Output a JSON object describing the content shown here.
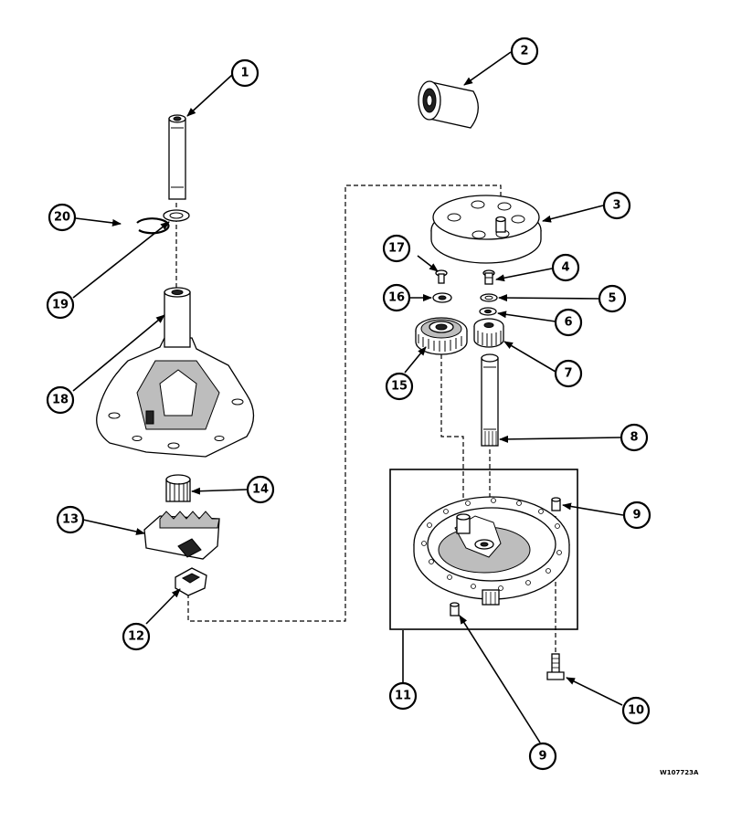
{
  "diagram": {
    "reference_code": "W10772​3A",
    "callouts": [
      {
        "id": "c1",
        "label": "1"
      },
      {
        "id": "c2",
        "label": "2"
      },
      {
        "id": "c3",
        "label": "3"
      },
      {
        "id": "c4",
        "label": "4"
      },
      {
        "id": "c5",
        "label": "5"
      },
      {
        "id": "c6",
        "label": "6"
      },
      {
        "id": "c7",
        "label": "7"
      },
      {
        "id": "c8",
        "label": "8"
      },
      {
        "id": "c9a",
        "label": "9"
      },
      {
        "id": "c9b",
        "label": "9"
      },
      {
        "id": "c10",
        "label": "10"
      },
      {
        "id": "c11",
        "label": "11"
      },
      {
        "id": "c12",
        "label": "12"
      },
      {
        "id": "c13",
        "label": "13"
      },
      {
        "id": "c14",
        "label": "14"
      },
      {
        "id": "c15",
        "label": "15"
      },
      {
        "id": "c16",
        "label": "16"
      },
      {
        "id": "c17",
        "label": "17"
      },
      {
        "id": "c18",
        "label": "18"
      },
      {
        "id": "c19",
        "label": "19"
      },
      {
        "id": "c20",
        "label": "20"
      }
    ]
  }
}
